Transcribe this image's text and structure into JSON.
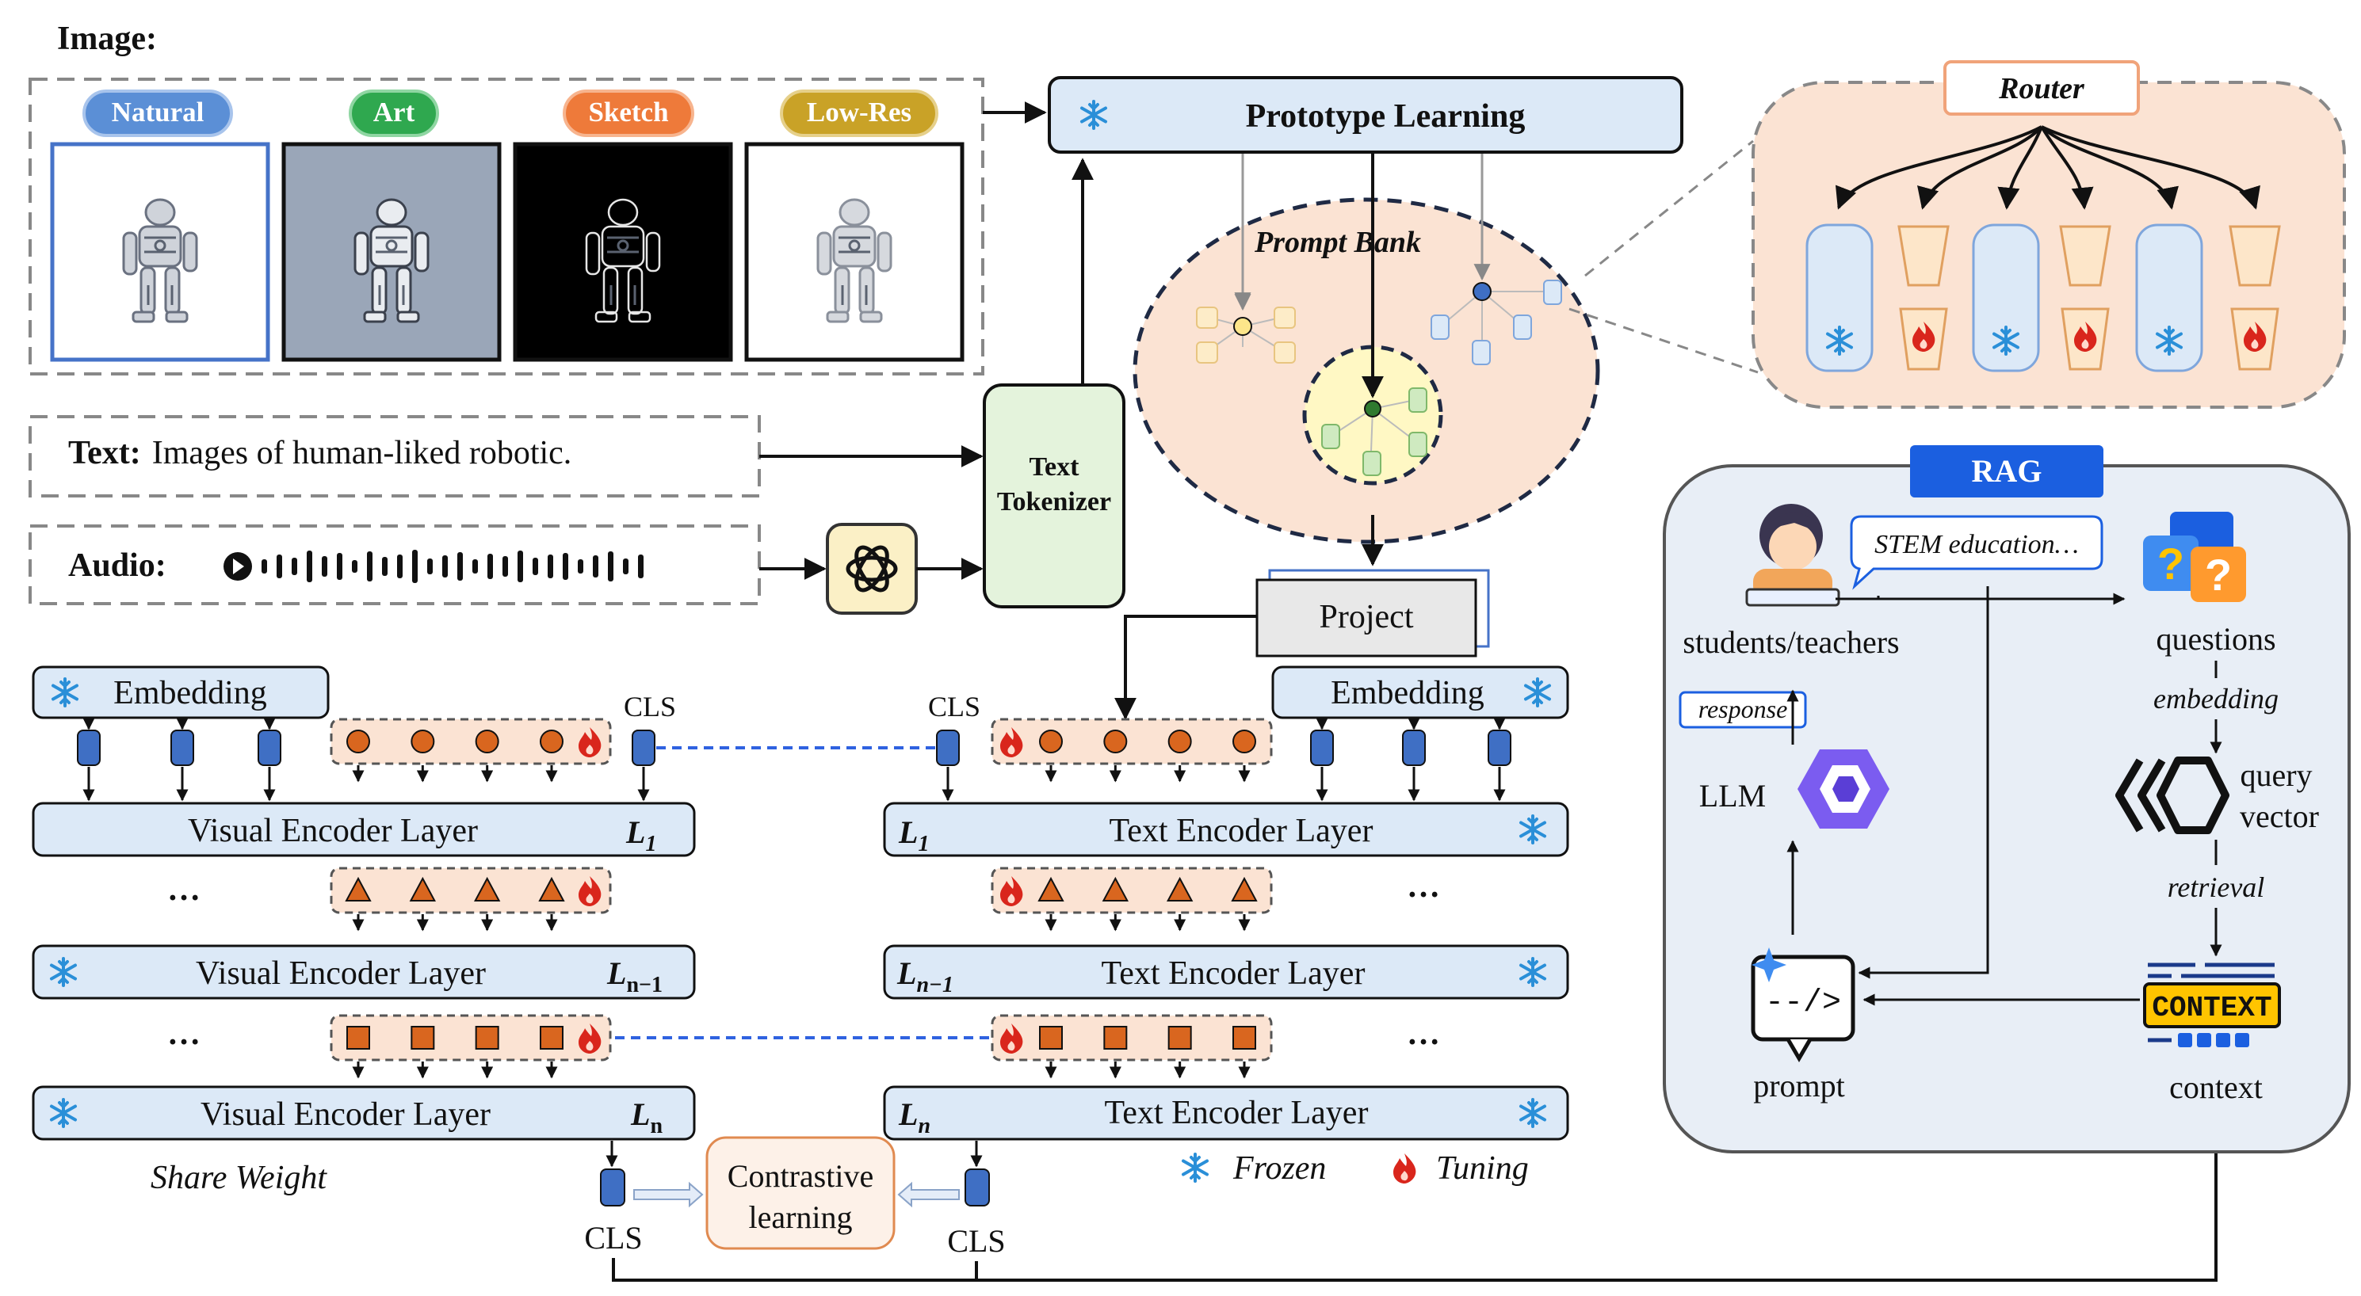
{
  "input": {
    "image_title": "Image:",
    "domains": [
      "Natural",
      "Art",
      "Sketch",
      "Low-Res"
    ],
    "domain_colors": [
      "#5b8fd6",
      "#2fa84f",
      "#ee7a3a",
      "#c9a227"
    ],
    "text_prefix": "Text:",
    "text_value": "Images of human-liked robotic.",
    "audio_label": "Audio:",
    "tokenizer_label": [
      "Text",
      "Tokenizer"
    ]
  },
  "prototype": {
    "title": "Prototype  Learning",
    "bank_label": "Prompt  Bank",
    "project_label": "Project"
  },
  "router": {
    "title": "Router"
  },
  "encoders": {
    "cls": "CLS",
    "embedding": "Embedding",
    "visual_layer": "Visual Encoder Layer",
    "text_layer": "Text Encoder Layer",
    "layer_names": [
      "L",
      "L",
      "L"
    ],
    "layer_subs": [
      "1",
      "n−1",
      "n"
    ],
    "dots": "…",
    "share_weight": "Share Weight",
    "contrastive": [
      "Contrastive",
      "learning"
    ],
    "legend_frozen": "Frozen",
    "legend_tuning": "Tuning"
  },
  "rag": {
    "title": "RAG",
    "users": "students/teachers",
    "bubble": "STEM education…",
    "questions": "questions",
    "embedding": "embedding",
    "query": [
      "query",
      "vector"
    ],
    "retrieval": "retrieval",
    "response": "response",
    "llm": "LLM",
    "prompt": "prompt",
    "context_badge": "CONTEXT",
    "context": "context"
  },
  "colors": {
    "blue_box": "#dce9f7",
    "orange_box": "#fbe3d3",
    "green_box": "#e4f3dc",
    "token": "#d9661f",
    "cls": "#3f6fc4",
    "dashed_link": "#2f62e0",
    "rag_bg": "#e8eef6"
  }
}
